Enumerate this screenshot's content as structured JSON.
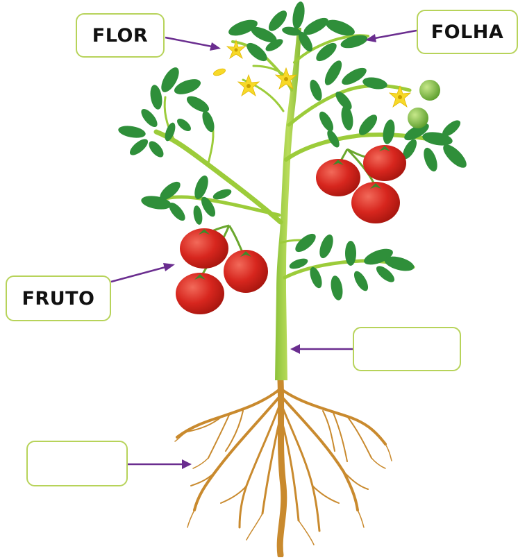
{
  "labels": {
    "flor": "FLOR",
    "folha": "FOLHA",
    "fruto": "FRUTO",
    "caule": "",
    "raiz": ""
  },
  "colors": {
    "box_border": "#b7d35a",
    "arrow": "#6a2d8f",
    "stem": "#9ccc3a",
    "leaf": "#2f8f3a",
    "leaf_light": "#5db34a",
    "tomato": "#d7261e",
    "tomato_green": "#7cbf3f",
    "flower": "#f7d928",
    "root": "#c98a2e"
  }
}
